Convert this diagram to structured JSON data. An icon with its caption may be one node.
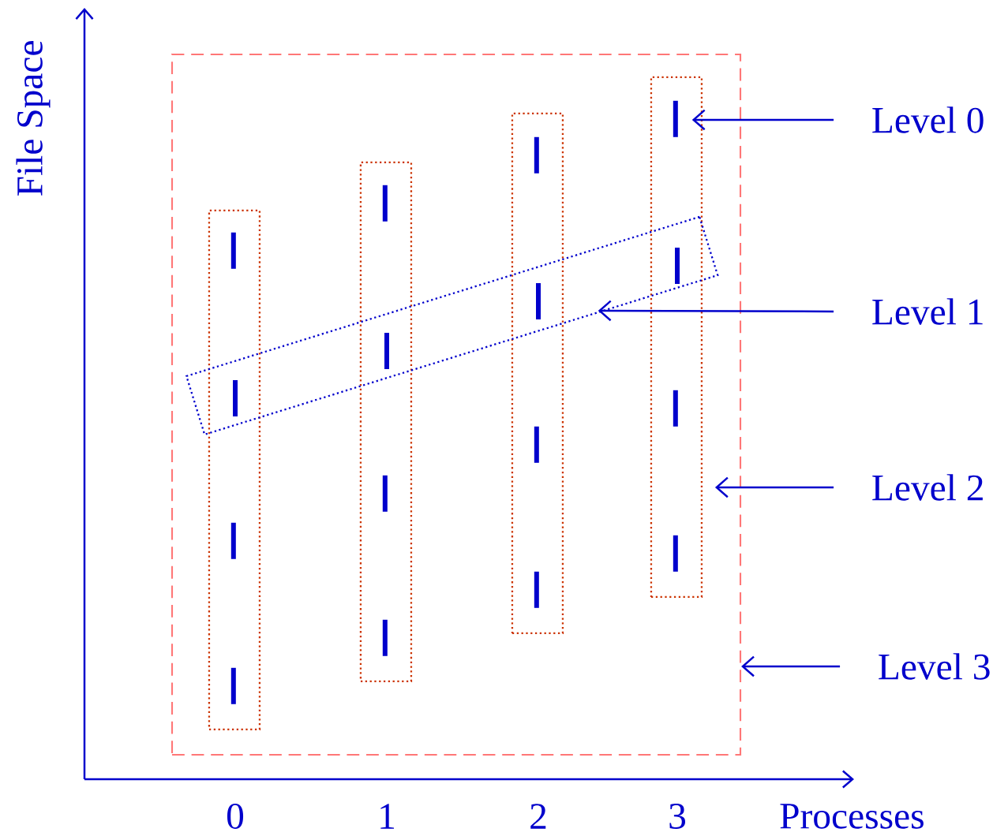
{
  "diagram": {
    "nodes": [
      {
        "text": [],
        "shape": "box"
      },
      {
        "text": [],
        "shape": "box",
        "in": 0
      },
      {
        "text": [],
        "shape": "box",
        "in": 0
      },
      {
        "text": [],
        "shape": "box",
        "in": 0
      },
      {
        "text": [],
        "shape": "box",
        "in": 0
      },
      {
        "text": [],
        "shape": "bar",
        "in": 1
      },
      {
        "text": [],
        "shape": "bar"
      },
      {
        "text": [],
        "shape": "bar",
        "in": 1
      },
      {
        "text": [],
        "shape": "bar",
        "in": 1
      },
      {
        "text": [],
        "shape": "bar",
        "in": 2
      },
      {
        "text": [],
        "shape": "bar"
      },
      {
        "text": [],
        "shape": "bar",
        "in": 2
      },
      {
        "text": [],
        "shape": "bar",
        "in": 2
      },
      {
        "text": [],
        "shape": "bar",
        "in": 3
      },
      {
        "text": [],
        "shape": "bar"
      },
      {
        "text": [],
        "shape": "bar",
        "in": 3
      },
      {
        "text": [],
        "shape": "bar",
        "in": 3
      },
      {
        "text": [],
        "shape": "bar",
        "in": 4
      },
      {
        "text": [],
        "shape": "bar"
      },
      {
        "text": [],
        "shape": "bar",
        "in": 4
      },
      {
        "text": [],
        "shape": "bar",
        "in": 4
      },
      {
        "text": [],
        "shape": "box",
        "in": 0
      },
      {
        "text": [
          "Level 0"
        ]
      },
      {
        "text": [
          "Level 1"
        ]
      },
      {
        "text": [
          "Level 2"
        ]
      },
      {
        "text": [
          "Level 3"
        ]
      }
    ],
    "edges": [
      {
        "from": 22,
        "to": 17,
        "arrow": "to"
      },
      {
        "from": 23,
        "to": 21,
        "arrow": "to"
      },
      {
        "from": 24,
        "to": 4,
        "arrow": "to"
      },
      {
        "from": 25,
        "to": 0,
        "arrow": "to"
      }
    ],
    "labels": [
      "File Space",
      "0",
      "1",
      "2",
      "3",
      "Processes"
    ]
  }
}
